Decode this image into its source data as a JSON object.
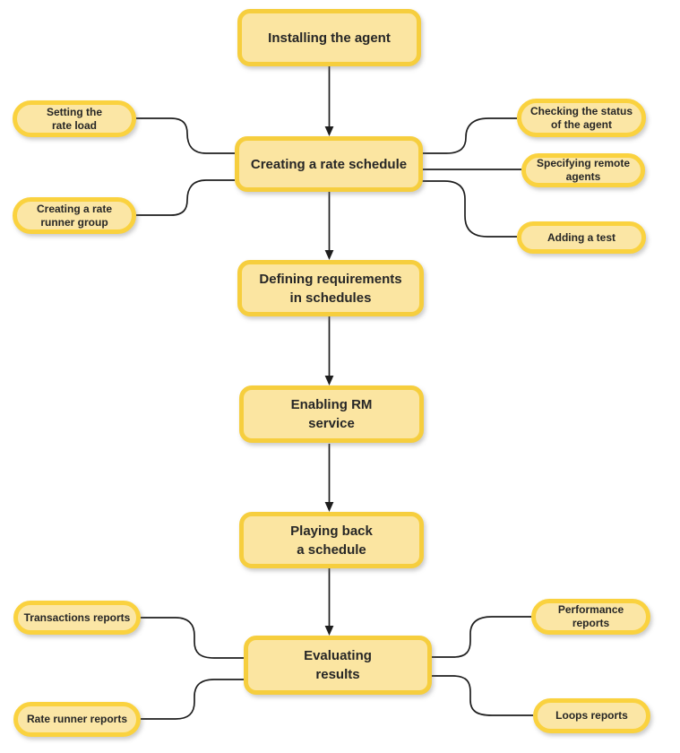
{
  "diagram": {
    "colors": {
      "main_border": "#F6CE3E",
      "main_fill": "#FBE5A1",
      "pill_border": "#FAD23F",
      "pill_fill": "#FBE6A5",
      "line_color": "#1e1e1e",
      "text_color": "#262626",
      "background": "#FFFFFF"
    },
    "main_steps": [
      {
        "label": "Installing the agent"
      },
      {
        "label": "Creating a rate schedule"
      },
      {
        "label": "Defining requirements\nin schedules"
      },
      {
        "label": "Enabling RM\nservice"
      },
      {
        "label": "Playing back\na schedule"
      },
      {
        "label": "Evaluating\nresults"
      }
    ],
    "rate_schedule_branches": {
      "left": [
        {
          "label": "Setting the\nrate load"
        },
        {
          "label": "Creating a rate\nrunner group"
        }
      ],
      "right": [
        {
          "label": "Checking the status\nof the agent"
        },
        {
          "label": "Specifying remote\nagents"
        },
        {
          "label": "Adding a test"
        }
      ]
    },
    "evaluating_branches": {
      "left": [
        {
          "label": "Transactions reports"
        },
        {
          "label": "Rate runner reports"
        }
      ],
      "right": [
        {
          "label": "Performance reports"
        },
        {
          "label": "Loops reports"
        }
      ]
    }
  }
}
